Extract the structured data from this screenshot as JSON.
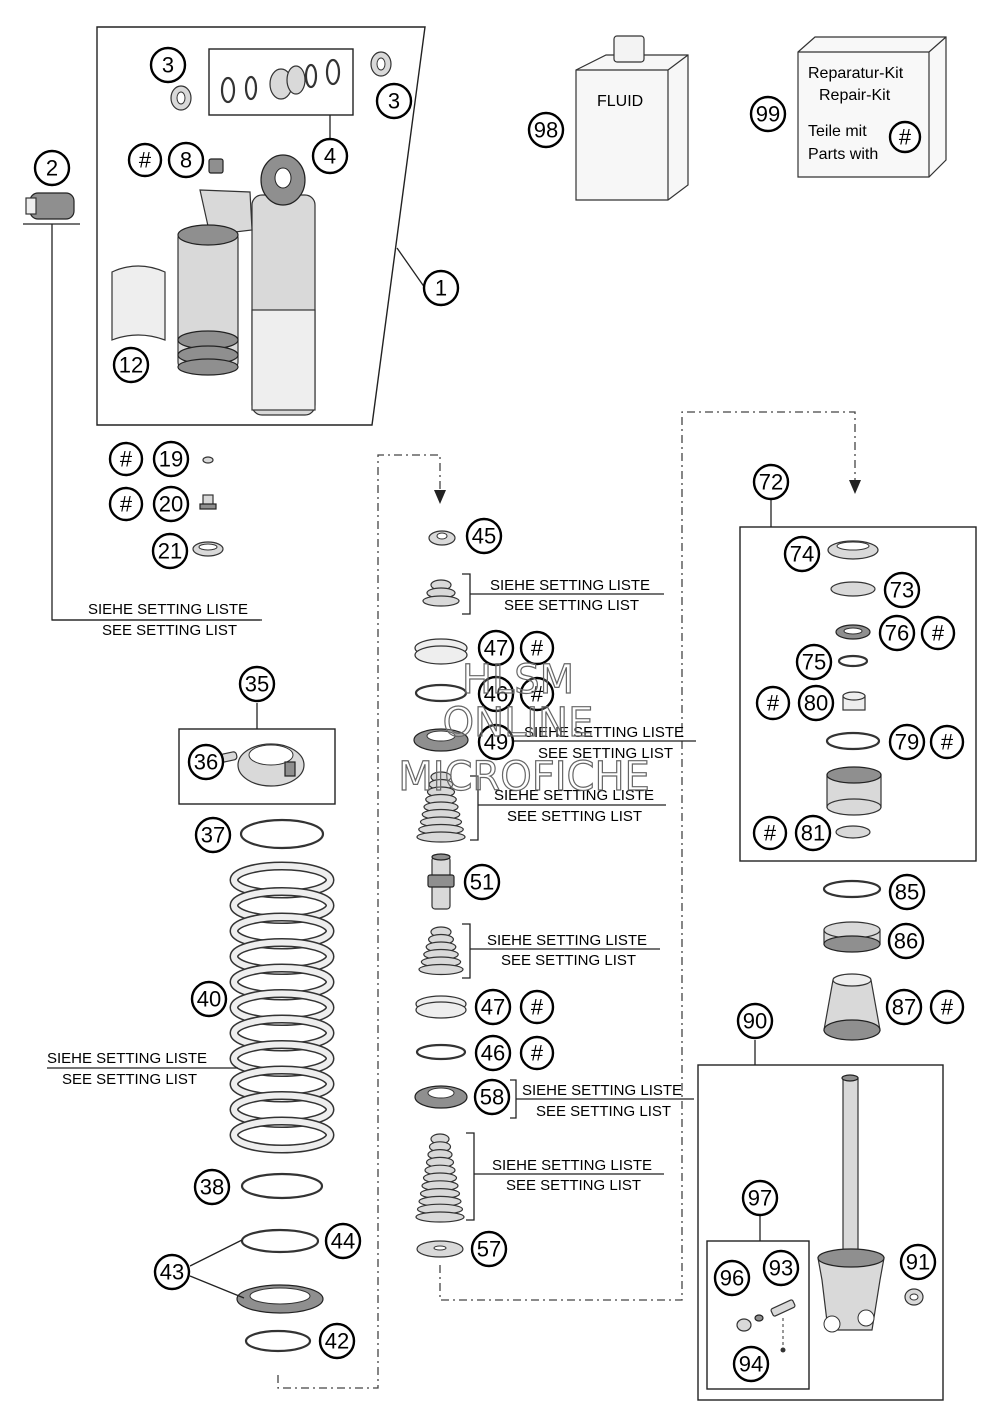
{
  "callouts": [
    {
      "id": "c1",
      "label": "1",
      "hash": false
    },
    {
      "id": "c2",
      "label": "2",
      "hash": false
    },
    {
      "id": "c3a",
      "label": "3",
      "hash": false
    },
    {
      "id": "c3b",
      "label": "3",
      "hash": false
    },
    {
      "id": "c4",
      "label": "4",
      "hash": false
    },
    {
      "id": "c8",
      "label": "8",
      "hash": true
    },
    {
      "id": "c12",
      "label": "12",
      "hash": false
    },
    {
      "id": "c19",
      "label": "19",
      "hash": true
    },
    {
      "id": "c20",
      "label": "20",
      "hash": true
    },
    {
      "id": "c21",
      "label": "21",
      "hash": false
    },
    {
      "id": "c35",
      "label": "35",
      "hash": false
    },
    {
      "id": "c36",
      "label": "36",
      "hash": false
    },
    {
      "id": "c37",
      "label": "37",
      "hash": false
    },
    {
      "id": "c38",
      "label": "38",
      "hash": false
    },
    {
      "id": "c40",
      "label": "40",
      "hash": false
    },
    {
      "id": "c42",
      "label": "42",
      "hash": false
    },
    {
      "id": "c43",
      "label": "43",
      "hash": false
    },
    {
      "id": "c44",
      "label": "44",
      "hash": false
    },
    {
      "id": "c45",
      "label": "45",
      "hash": false
    },
    {
      "id": "c46a",
      "label": "46",
      "hash": true
    },
    {
      "id": "c46b",
      "label": "46",
      "hash": true
    },
    {
      "id": "c47a",
      "label": "47",
      "hash": true
    },
    {
      "id": "c47b",
      "label": "47",
      "hash": true
    },
    {
      "id": "c49",
      "label": "49",
      "hash": false
    },
    {
      "id": "c51",
      "label": "51",
      "hash": false
    },
    {
      "id": "c57",
      "label": "57",
      "hash": false
    },
    {
      "id": "c58",
      "label": "58",
      "hash": false
    },
    {
      "id": "c72",
      "label": "72",
      "hash": false
    },
    {
      "id": "c73",
      "label": "73",
      "hash": false
    },
    {
      "id": "c74",
      "label": "74",
      "hash": false
    },
    {
      "id": "c75",
      "label": "75",
      "hash": false
    },
    {
      "id": "c76",
      "label": "76",
      "hash": true
    },
    {
      "id": "c79",
      "label": "79",
      "hash": true
    },
    {
      "id": "c80",
      "label": "80",
      "hash": true
    },
    {
      "id": "c81",
      "label": "81",
      "hash": true
    },
    {
      "id": "c85",
      "label": "85",
      "hash": false
    },
    {
      "id": "c86",
      "label": "86",
      "hash": false
    },
    {
      "id": "c87",
      "label": "87",
      "hash": true
    },
    {
      "id": "c90",
      "label": "90",
      "hash": false
    },
    {
      "id": "c91",
      "label": "91",
      "hash": false
    },
    {
      "id": "c93",
      "label": "93",
      "hash": false
    },
    {
      "id": "c94",
      "label": "94",
      "hash": false
    },
    {
      "id": "c96",
      "label": "96",
      "hash": false
    },
    {
      "id": "c97",
      "label": "97",
      "hash": false
    },
    {
      "id": "c98",
      "label": "98",
      "hash": false
    },
    {
      "id": "c99",
      "label": "99",
      "hash": false
    }
  ],
  "hash_symbol": "#",
  "setting_notes": {
    "german": "SIEHE SETTING LISTE",
    "english": "SEE SETTING LIST"
  },
  "fluid_label": "FLUID",
  "repair_kit": {
    "line1": "Reparatur-Kit",
    "line2": "Repair-Kit",
    "line3": "Teile mit",
    "line4": "Parts with",
    "hash": "#"
  },
  "watermark": [
    "HLSM",
    "ONLINE",
    "MICROFICHE"
  ]
}
